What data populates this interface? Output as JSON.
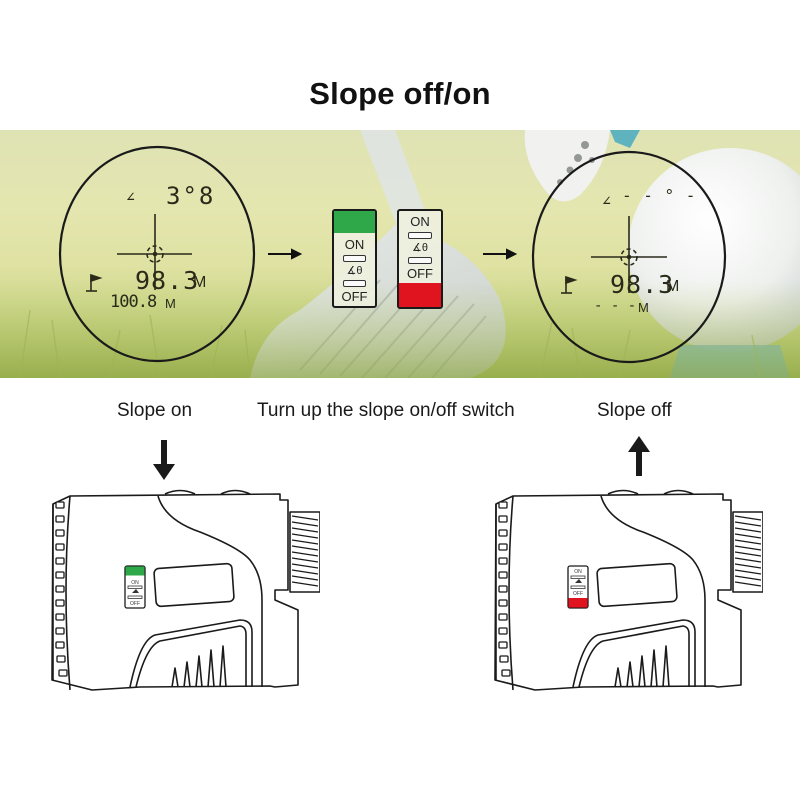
{
  "title": "Slope off/on",
  "captions": {
    "slope_on": "Slope on",
    "instruction": "Turn up the slope on/off switch",
    "slope_off": "Slope off"
  },
  "viewfinder_left": {
    "angle_icon": "∠",
    "angle_value": "3°8",
    "distance": "98.3",
    "distance_unit": "M",
    "slope_distance": "100.8",
    "slope_unit": "M",
    "flag_icon": "flag-icon"
  },
  "viewfinder_right": {
    "angle_icon": "∠",
    "angle_value": "- - ° -",
    "distance": "98.3",
    "distance_unit": "M",
    "slope_distance": "- - -",
    "slope_unit": "M",
    "flag_icon": "flag-icon"
  },
  "switch_on": {
    "on_label": "ON",
    "off_label": "OFF",
    "angle_symbol": "∡θ",
    "color": "#2fa84a"
  },
  "switch_off": {
    "on_label": "ON",
    "off_label": "OFF",
    "angle_symbol": "∡θ",
    "color": "#e0141e"
  },
  "device_left": {
    "on_label": "ON",
    "off_label": "OFF",
    "state_color": "#2fa84a"
  },
  "device_right": {
    "on_label": "ON",
    "off_label": "OFF",
    "state_color": "#e0141e"
  }
}
